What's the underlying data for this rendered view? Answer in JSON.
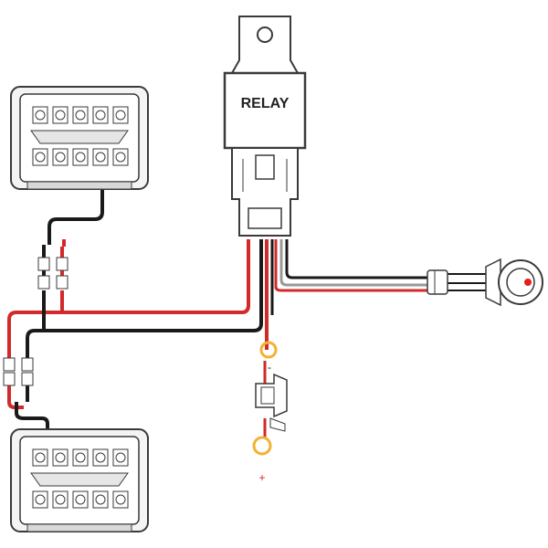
{
  "relay": {
    "label": "RELAY"
  },
  "terminals": {
    "negative": "-",
    "positive": "+"
  },
  "colors": {
    "wire_red": "#d22a2a",
    "wire_black": "#1a1a1a",
    "wire_white": "#eeeeee",
    "ring_terminal": "#f2b233",
    "outline": "#3a3a3a",
    "switch_led": "#e02020"
  },
  "components": [
    "led-light-pod-top",
    "led-light-pod-bottom",
    "relay",
    "rocker-switch",
    "inline-fuse-holder",
    "ring-terminal-negative",
    "ring-terminal-positive"
  ]
}
